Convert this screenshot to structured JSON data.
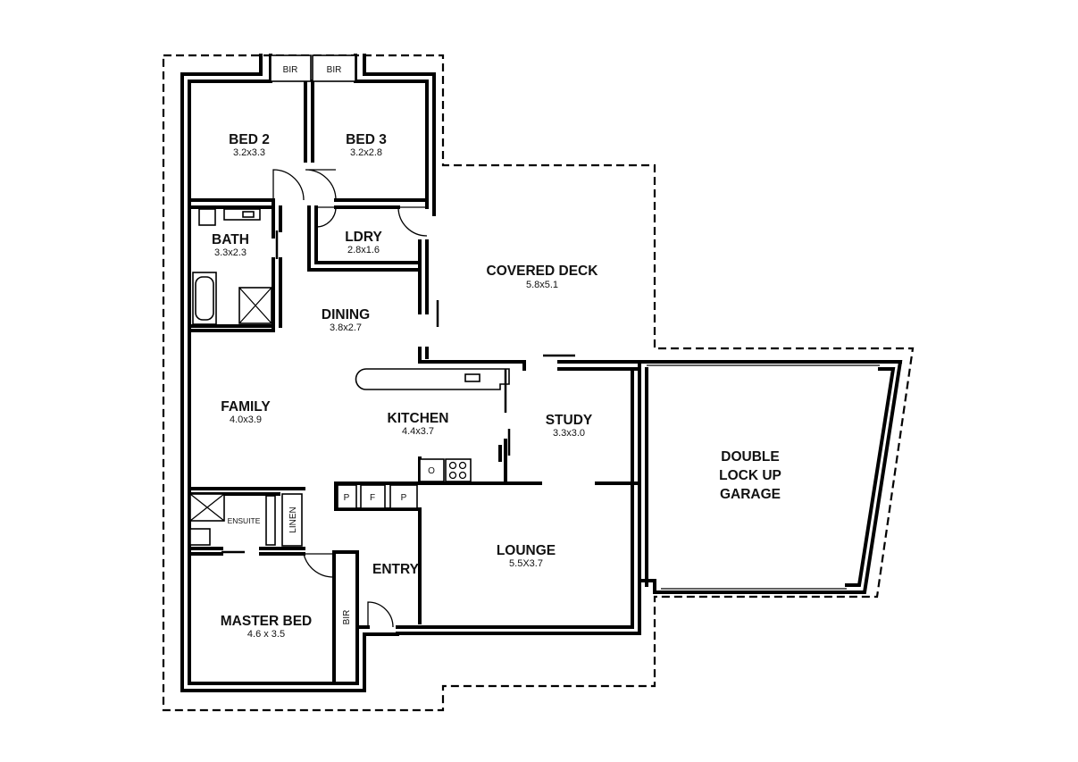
{
  "rooms": {
    "bed2": {
      "name": "BED 2",
      "dim": "3.2x3.3"
    },
    "bed3": {
      "name": "BED 3",
      "dim": "3.2x2.8"
    },
    "bath": {
      "name": "BATH",
      "dim": "3.3x2.3"
    },
    "ldry": {
      "name": "LDRY",
      "dim": "2.8x1.6"
    },
    "covered_deck": {
      "name": "COVERED DECK",
      "dim": "5.8x5.1"
    },
    "dining": {
      "name": "DINING",
      "dim": "3.8x2.7"
    },
    "family": {
      "name": "FAMILY",
      "dim": "4.0x3.9"
    },
    "kitchen": {
      "name": "KITCHEN",
      "dim": "4.4x3.7"
    },
    "study": {
      "name": "STUDY",
      "dim": "3.3x3.0"
    },
    "garage": {
      "line1": "DOUBLE",
      "line2": "LOCK UP",
      "line3": "GARAGE"
    },
    "lounge": {
      "name": "LOUNGE",
      "dim": "5.5X3.7"
    },
    "entry": {
      "name": "ENTRY"
    },
    "master_bed": {
      "name": "MASTER BED",
      "dim": "4.6 x 3.5"
    }
  },
  "labels": {
    "bir_bed2": "BIR",
    "bir_bed3": "BIR",
    "bir_master": "BIR",
    "ensuite": "ENSUITE",
    "linen": "LINEN",
    "pantry1": "P",
    "fridge": "F",
    "pantry2": "P",
    "oven": "O"
  }
}
